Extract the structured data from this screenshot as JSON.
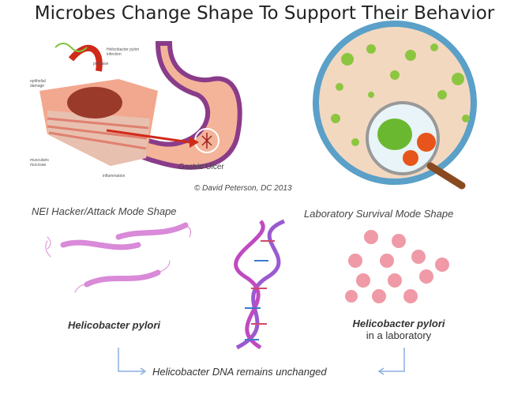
{
  "title": "Microbes Change Shape To Support Their Behavior",
  "stomach_labels": {
    "protease": "protease",
    "epithelial": "epithelial damage",
    "infection": "Helicobacter pylori infection",
    "muscularis": "muscularis mucosae",
    "inflammation": "inflammation",
    "ulcer": "Gastric Ulcer"
  },
  "copyright": "© David Peterson, DC 2013",
  "left_heading": "NEI Hacker/Attack Mode Shape",
  "right_heading": "Laboratory Survival Mode Shape",
  "left_caption": "Helicobacter pylori",
  "right_caption_1": "Helicobacter pylori",
  "right_caption_2": "in a laboratory",
  "bottom_caption": "Helicobacter DNA remains unchanged",
  "colors": {
    "stomach": "#f3b49a",
    "stomach_edge": "#8a3c8a",
    "bacteria_green": "#7cc23a",
    "rod": "#d98ad8",
    "cocci": "#ef9aa6",
    "arrow": "#8aaee0"
  }
}
